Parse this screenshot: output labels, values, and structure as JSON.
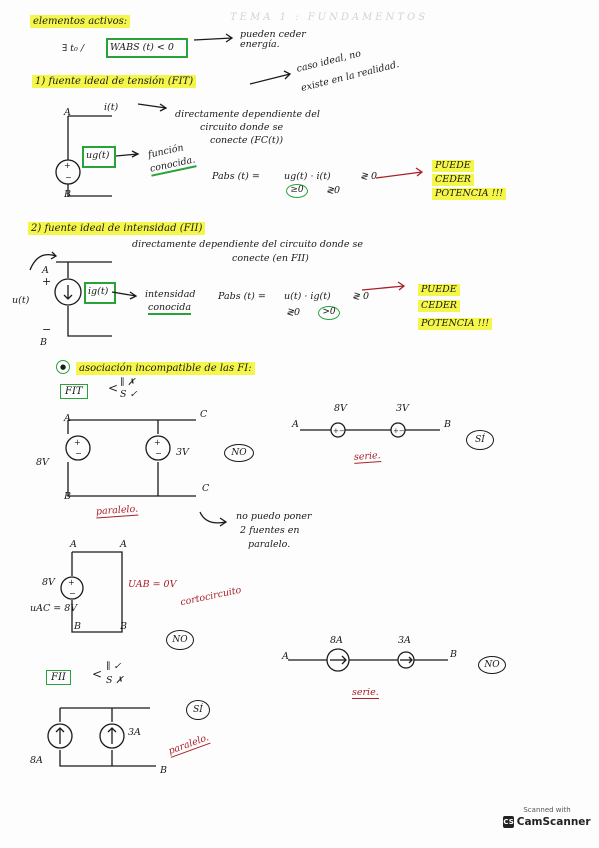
{
  "header": {
    "ghost_title": "TEMA 1 : FUNDAMENTOS",
    "section_title": "elementos activos:",
    "formula_left": "∃ t₀ /",
    "formula_boxed": "WABS (t) < 0",
    "formula_right": "pueden ceder energía."
  },
  "fit": {
    "title": "1) fuente ideal de tensión (FIT)",
    "note_top": "caso ideal, no",
    "note_bottom": "existe en la realidad.",
    "current_label": "i(t)",
    "description_line1": "directamente dependiente del",
    "description_line2": "circuito donde se",
    "description_line3": "conecte (FC(t))",
    "source_boxed": "ug(t)",
    "source_note_line1": "función",
    "source_note_line2": "conocida.",
    "node_a": "A",
    "node_b": "B",
    "power_equation": "Pabs (t) =",
    "power_terms": "ug(t) · i(t)",
    "power_cmp": "≷ 0",
    "power_under_left": "≥0",
    "power_under_right": "≷0",
    "conclusion_1": "PUEDE",
    "conclusion_2": "CEDER",
    "conclusion_3": "POTENCIA !!!"
  },
  "fii": {
    "title": "2) fuente ideal de intensidad (FII)",
    "description_line1": "directamente dependiente del circuito donde se",
    "description_line2": "conecte (en FII)",
    "source_boxed": "ig(t)",
    "source_note_line1": "intensidad",
    "source_note_line2": "conocida",
    "voltage_label": "u(t)",
    "node_a": "A",
    "node_b": "B",
    "plus": "+",
    "minus": "−",
    "power_equation": "Pabs (t) =",
    "power_terms": "u(t) · ig(t)",
    "power_cmp": "≷ 0",
    "power_under_left": "≷0",
    "power_under_right": ">0",
    "conclusion_1": "PUEDE",
    "conclusion_2": "CEDER",
    "conclusion_3": "POTENCIA !!!"
  },
  "combinations": {
    "title": "asociación incompatible de las FI:",
    "fit_label": "FIT",
    "fit_parallel": "∥ ✗",
    "fit_series": "S ✓",
    "parallel_left_value": "8V",
    "parallel_right_value": "3V",
    "parallel_verdict": "NO",
    "parallel_caption": "paralelo.",
    "parallel_note_line1": "no puedo poner",
    "parallel_note_line2": "2 fuentes en",
    "parallel_note_line3": "paralelo.",
    "series_left_value": "8V",
    "series_right_value": "3V",
    "series_verdict": "SÍ",
    "series_caption": "serie.",
    "short_top_value": "8V",
    "short_left_label": "uAC = 8V",
    "short_red_label": "UAB = 0V",
    "short_red_note": "cortocircuito",
    "short_verdict": "NO",
    "fii_label": "FII",
    "fii_parallel": "∥ ✓",
    "fii_series": "S ✗",
    "ser_i_left": "8A",
    "ser_i_right": "3A",
    "ser_i_verdict": "NO",
    "ser_i_caption": "serie.",
    "par_i_left": "8A",
    "par_i_right": "3A",
    "par_i_verdict": "SÍ",
    "par_i_caption": "paralelo.",
    "node_a": "A",
    "node_b": "B",
    "node_c": "C"
  },
  "footer": {
    "scanned_with": "Scanned with",
    "brand": "CamScanner",
    "logo_letters": "CS"
  }
}
